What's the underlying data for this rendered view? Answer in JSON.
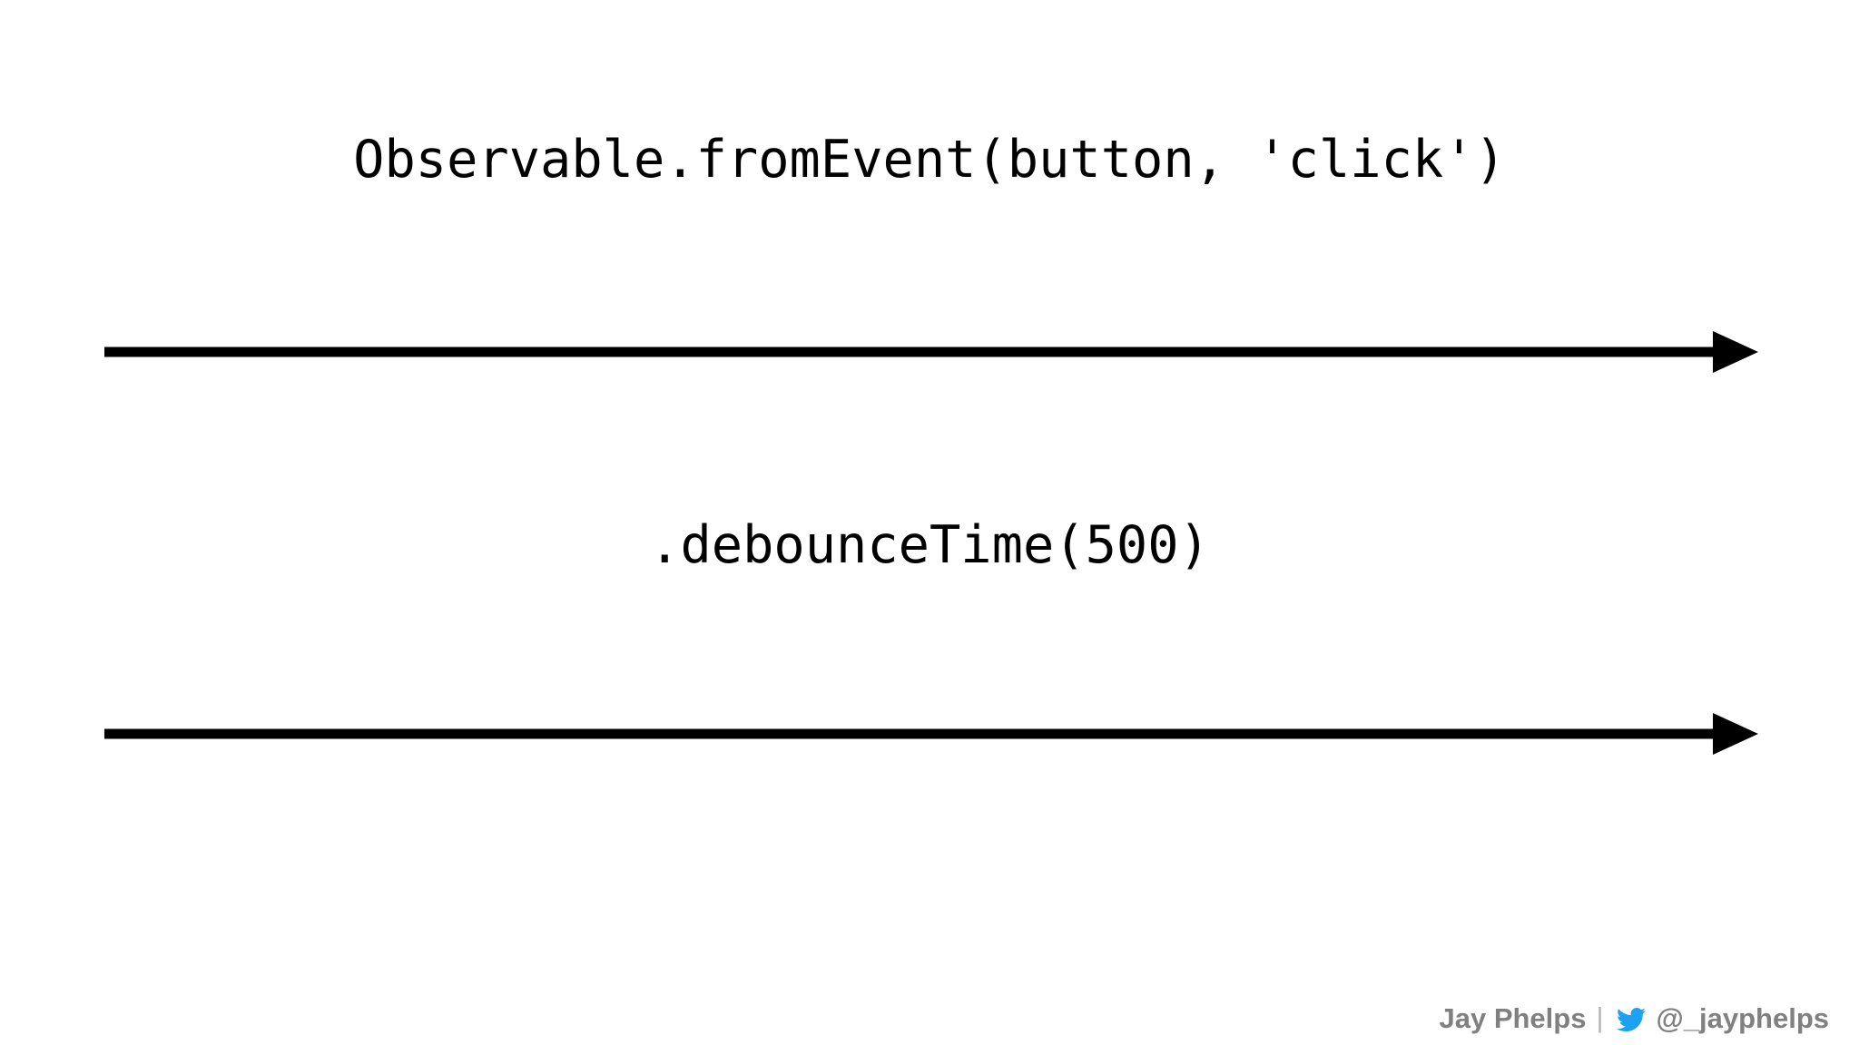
{
  "slide": {
    "background_color": "#ffffff",
    "kind": "rxjs-marble-diagram"
  },
  "source": {
    "label": "Observable.fromEvent(button, 'click')",
    "timeline_name": "source-timeline",
    "timeline_color": "#000000",
    "events": []
  },
  "operator": {
    "label": ".debounceTime(500)",
    "name": "debounceTime",
    "argument": "500"
  },
  "output": {
    "timeline_name": "debounced-timeline",
    "timeline_color": "#000000",
    "events": []
  },
  "footer": {
    "name": "Jay Phelps",
    "separator": "|",
    "handle": "@_jayphelps",
    "icon": "twitter-bird-icon",
    "text_color": "#808080",
    "icon_color": "#1da1f2"
  }
}
